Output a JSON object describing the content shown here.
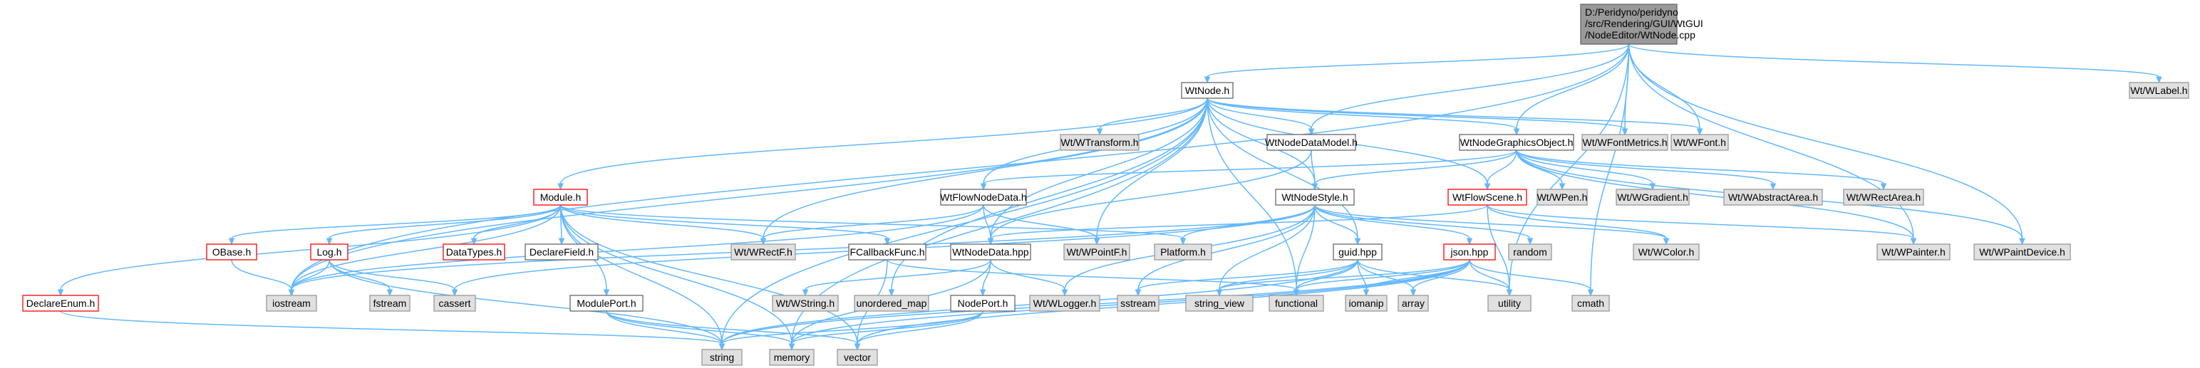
{
  "root": [
    "D:/Peridyno/peridyno",
    "/src/Rendering/GUI/WtGUI",
    "/NodeEditor/WtNode.cpp"
  ],
  "nodes": {
    "WtNode_h": "WtNode.h",
    "WtNodeDataModel_h": "WtNodeDataModel.h",
    "WtNodeGraphicsObject_h": "WtNodeGraphicsObject.h",
    "Module_h": "Module.h",
    "WtFlowNodeData_h": "WtFlowNodeData.h",
    "WtNodeStyle_h": "WtNodeStyle.h",
    "WtFlowScene_h": "WtFlowScene.h",
    "OBase_h": "OBase.h",
    "Log_h": "Log.h",
    "DataTypes_h": "DataTypes.h",
    "DeclareField_h": "DeclareField.h",
    "FCallbackFunc_h": "FCallbackFunc.h",
    "WtNodeData_hpp": "WtNodeData.hpp",
    "guid_hpp": "guid.hpp",
    "json_hpp": "json.hpp",
    "DeclareEnum_h": "DeclareEnum.h",
    "ModulePort_h": "ModulePort.h",
    "NodePort_h": "NodePort.h",
    "WtWLabel_h": "Wt/WLabel.h",
    "WtWTransform_h": "Wt/WTransform.h",
    "WtWFontMetrics_h": "Wt/WFontMetrics.h",
    "WtWFont_h": "Wt/WFont.h",
    "WtWPen_h": "Wt/WPen.h",
    "WtWGradient_h": "Wt/WGradient.h",
    "WtWAbstractArea_h": "Wt/WAbstractArea.h",
    "WtWRectArea_h": "Wt/WRectArea.h",
    "WtWRectF_h": "Wt/WRectF.h",
    "WtWPointF_h": "Wt/WPointF.h",
    "Platform_h": "Platform.h",
    "random": "random",
    "WtWColor_h": "Wt/WColor.h",
    "WtWPainter_h": "Wt/WPainter.h",
    "WtWPaintDevice_h": "Wt/WPaintDevice.h",
    "iostream": "iostream",
    "fstream": "fstream",
    "cassert": "cassert",
    "WtWString_h": "Wt/WString.h",
    "unordered_map": "unordered_map",
    "WtWLogger_h": "Wt/WLogger.h",
    "sstream": "sstream",
    "string_view": "string_view",
    "functional": "functional",
    "iomanip": "iomanip",
    "array": "array",
    "utility": "utility",
    "cmath": "cmath",
    "string": "string",
    "memory": "memory",
    "vector": "vector"
  },
  "colors": {
    "edge": "#63b8ff",
    "root_fill": "#999999",
    "documented_border": "#666666",
    "undocumented_border": "#ff0000",
    "system_fill": "#e0e0e0"
  }
}
